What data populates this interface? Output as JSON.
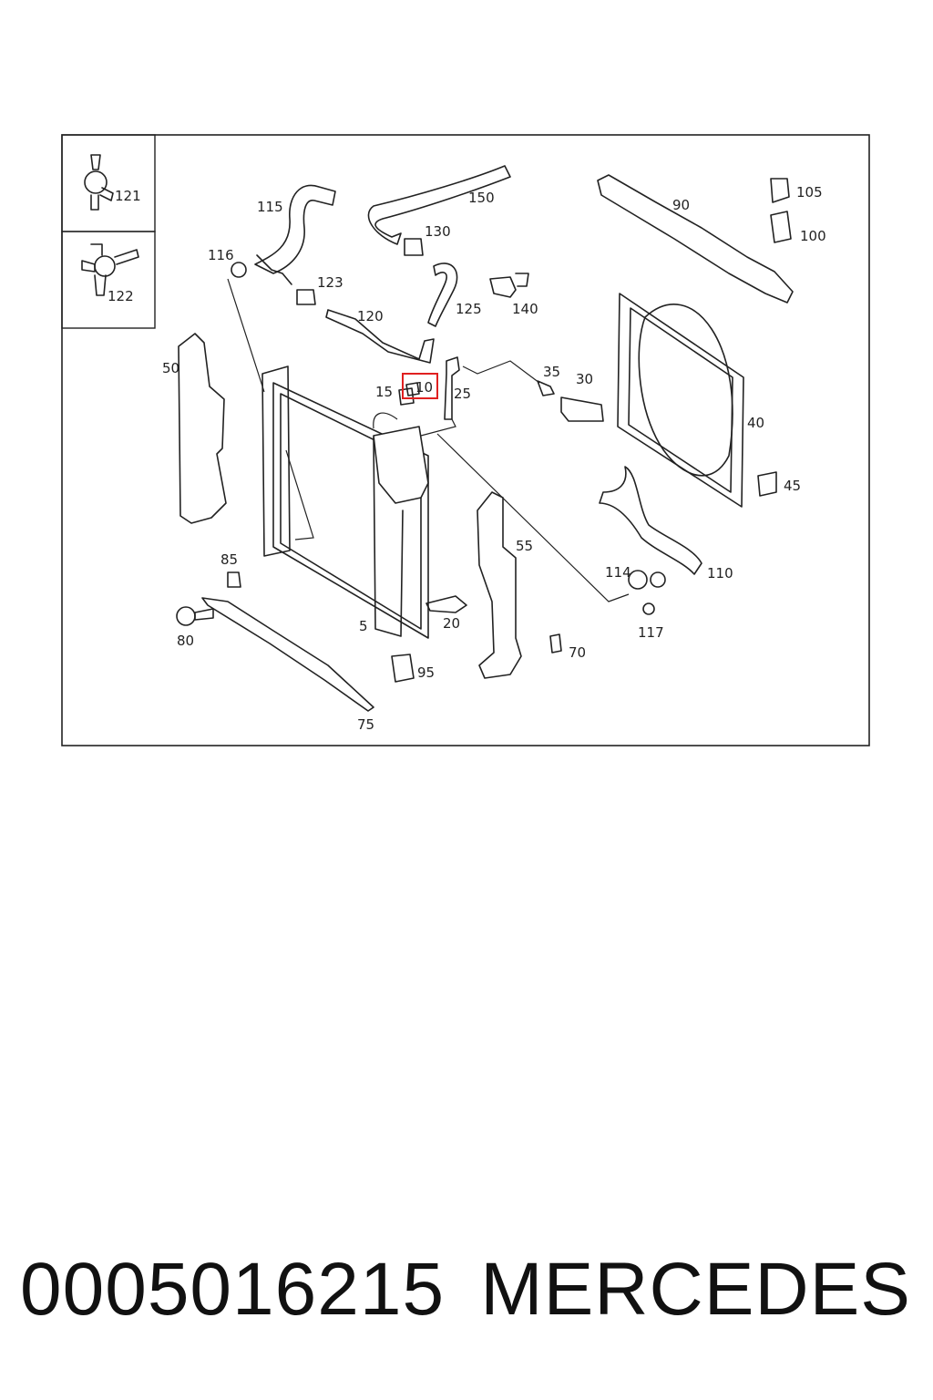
{
  "diagram": {
    "highlight_color": "#e02020",
    "highlighted_label": "10",
    "callouts": [
      "121",
      "122",
      "115",
      "150",
      "90",
      "105",
      "100",
      "116",
      "130",
      "123",
      "120",
      "125",
      "140",
      "50",
      "35",
      "30",
      "15",
      "10",
      "25",
      "40",
      "45",
      "55",
      "85",
      "114",
      "110",
      "80",
      "5",
      "20",
      "117",
      "70",
      "95",
      "75"
    ]
  },
  "footer": {
    "part_number": "0005016215",
    "brand": "MERCEDES"
  }
}
